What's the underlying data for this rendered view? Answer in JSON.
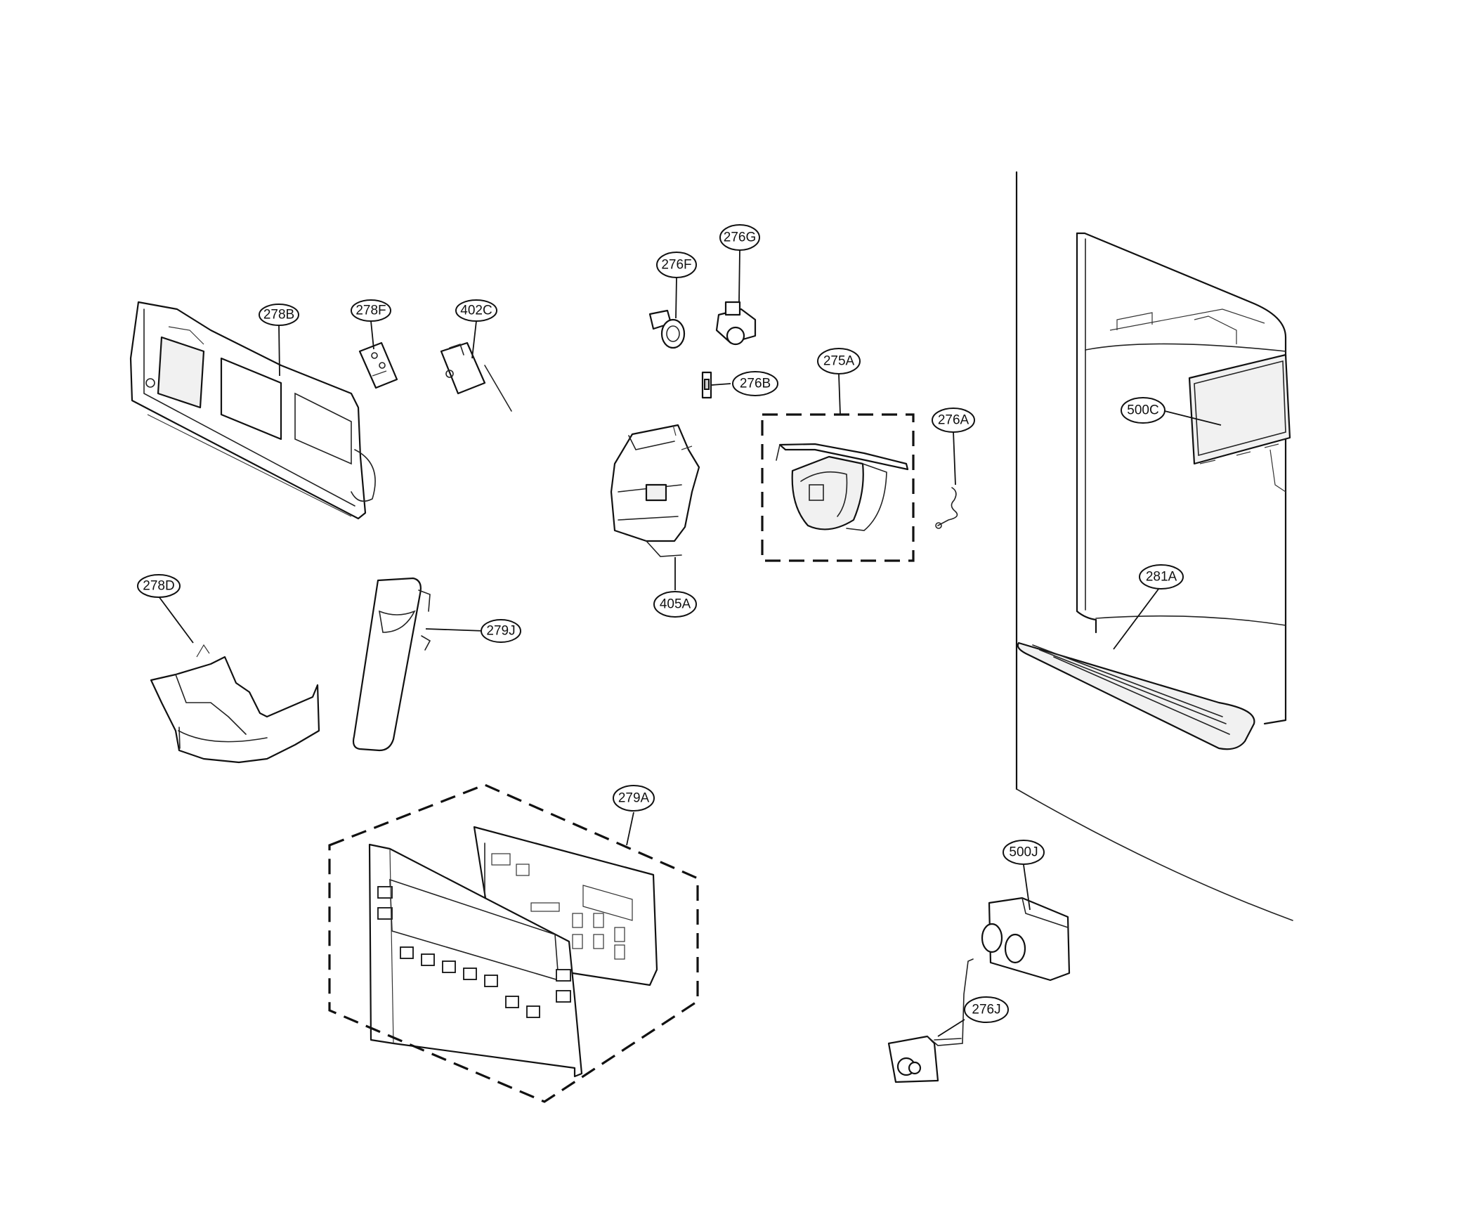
{
  "callouts": {
    "c_278B": "278B",
    "c_278F": "278F",
    "c_402C": "402C",
    "c_276F": "276F",
    "c_276G": "276G",
    "c_276B": "276B",
    "c_275A": "275A",
    "c_276A": "276A",
    "c_500C": "500C",
    "c_405A": "405A",
    "c_278D": "278D",
    "c_279J": "279J",
    "c_281A": "281A",
    "c_279A": "279A",
    "c_500J": "500J",
    "c_276J": "276J"
  }
}
